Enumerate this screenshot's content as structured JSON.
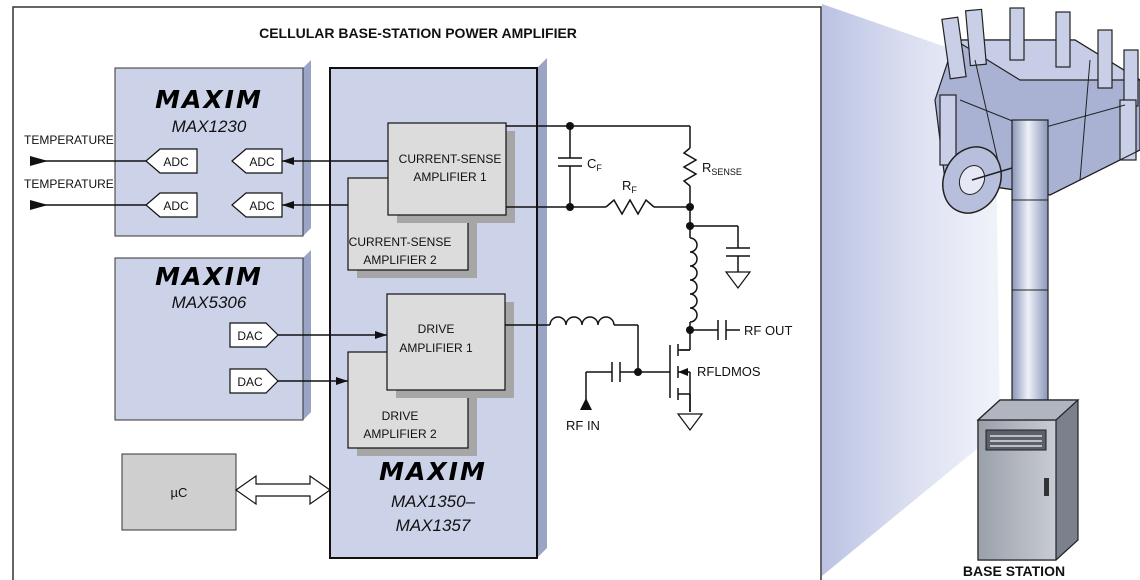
{
  "title": "CELLULAR BASE-STATION POWER AMPLIFIER",
  "adc_chip": {
    "brand": "MAXIM",
    "part": "MAX1230",
    "inputs": [
      "TEMPERATURE",
      "TEMPERATURE"
    ],
    "converters": [
      "ADC",
      "ADC",
      "ADC",
      "ADC"
    ]
  },
  "dac_chip": {
    "brand": "MAXIM",
    "part": "MAX5306",
    "converters": [
      "DAC",
      "DAC"
    ]
  },
  "main_chip": {
    "brand": "MAXIM",
    "part_line1": "MAX1350–",
    "part_line2": "MAX1357",
    "csa1": [
      "CURRENT-SENSE",
      "AMPLIFIER 1"
    ],
    "csa2": [
      "CURRENT-SENSE",
      "AMPLIFIER 2"
    ],
    "drv1": [
      "DRIVE",
      "AMPLIFIER 1"
    ],
    "drv2": [
      "DRIVE",
      "AMPLIFIER 2"
    ]
  },
  "microcontroller": "µC",
  "components": {
    "cf": "C",
    "cf_sub": "F",
    "rf": "R",
    "rf_sub": "F",
    "rsense": "R",
    "rsense_sub": "SENSE",
    "transistor": "RFLDMOS",
    "rf_in": "RF IN",
    "rf_out": "RF OUT"
  },
  "tower_label": "BASE STATION",
  "icons": [
    "maxim-logo",
    "antenna-tower-icon",
    "cabinet-icon",
    "dish-icon",
    "ground-icon"
  ],
  "colors": {
    "chip_fill": "#ccd3e9",
    "chip_side": "#9aa4c4",
    "amp_fill": "#dcdcdc",
    "beam": "#b4bce0"
  }
}
